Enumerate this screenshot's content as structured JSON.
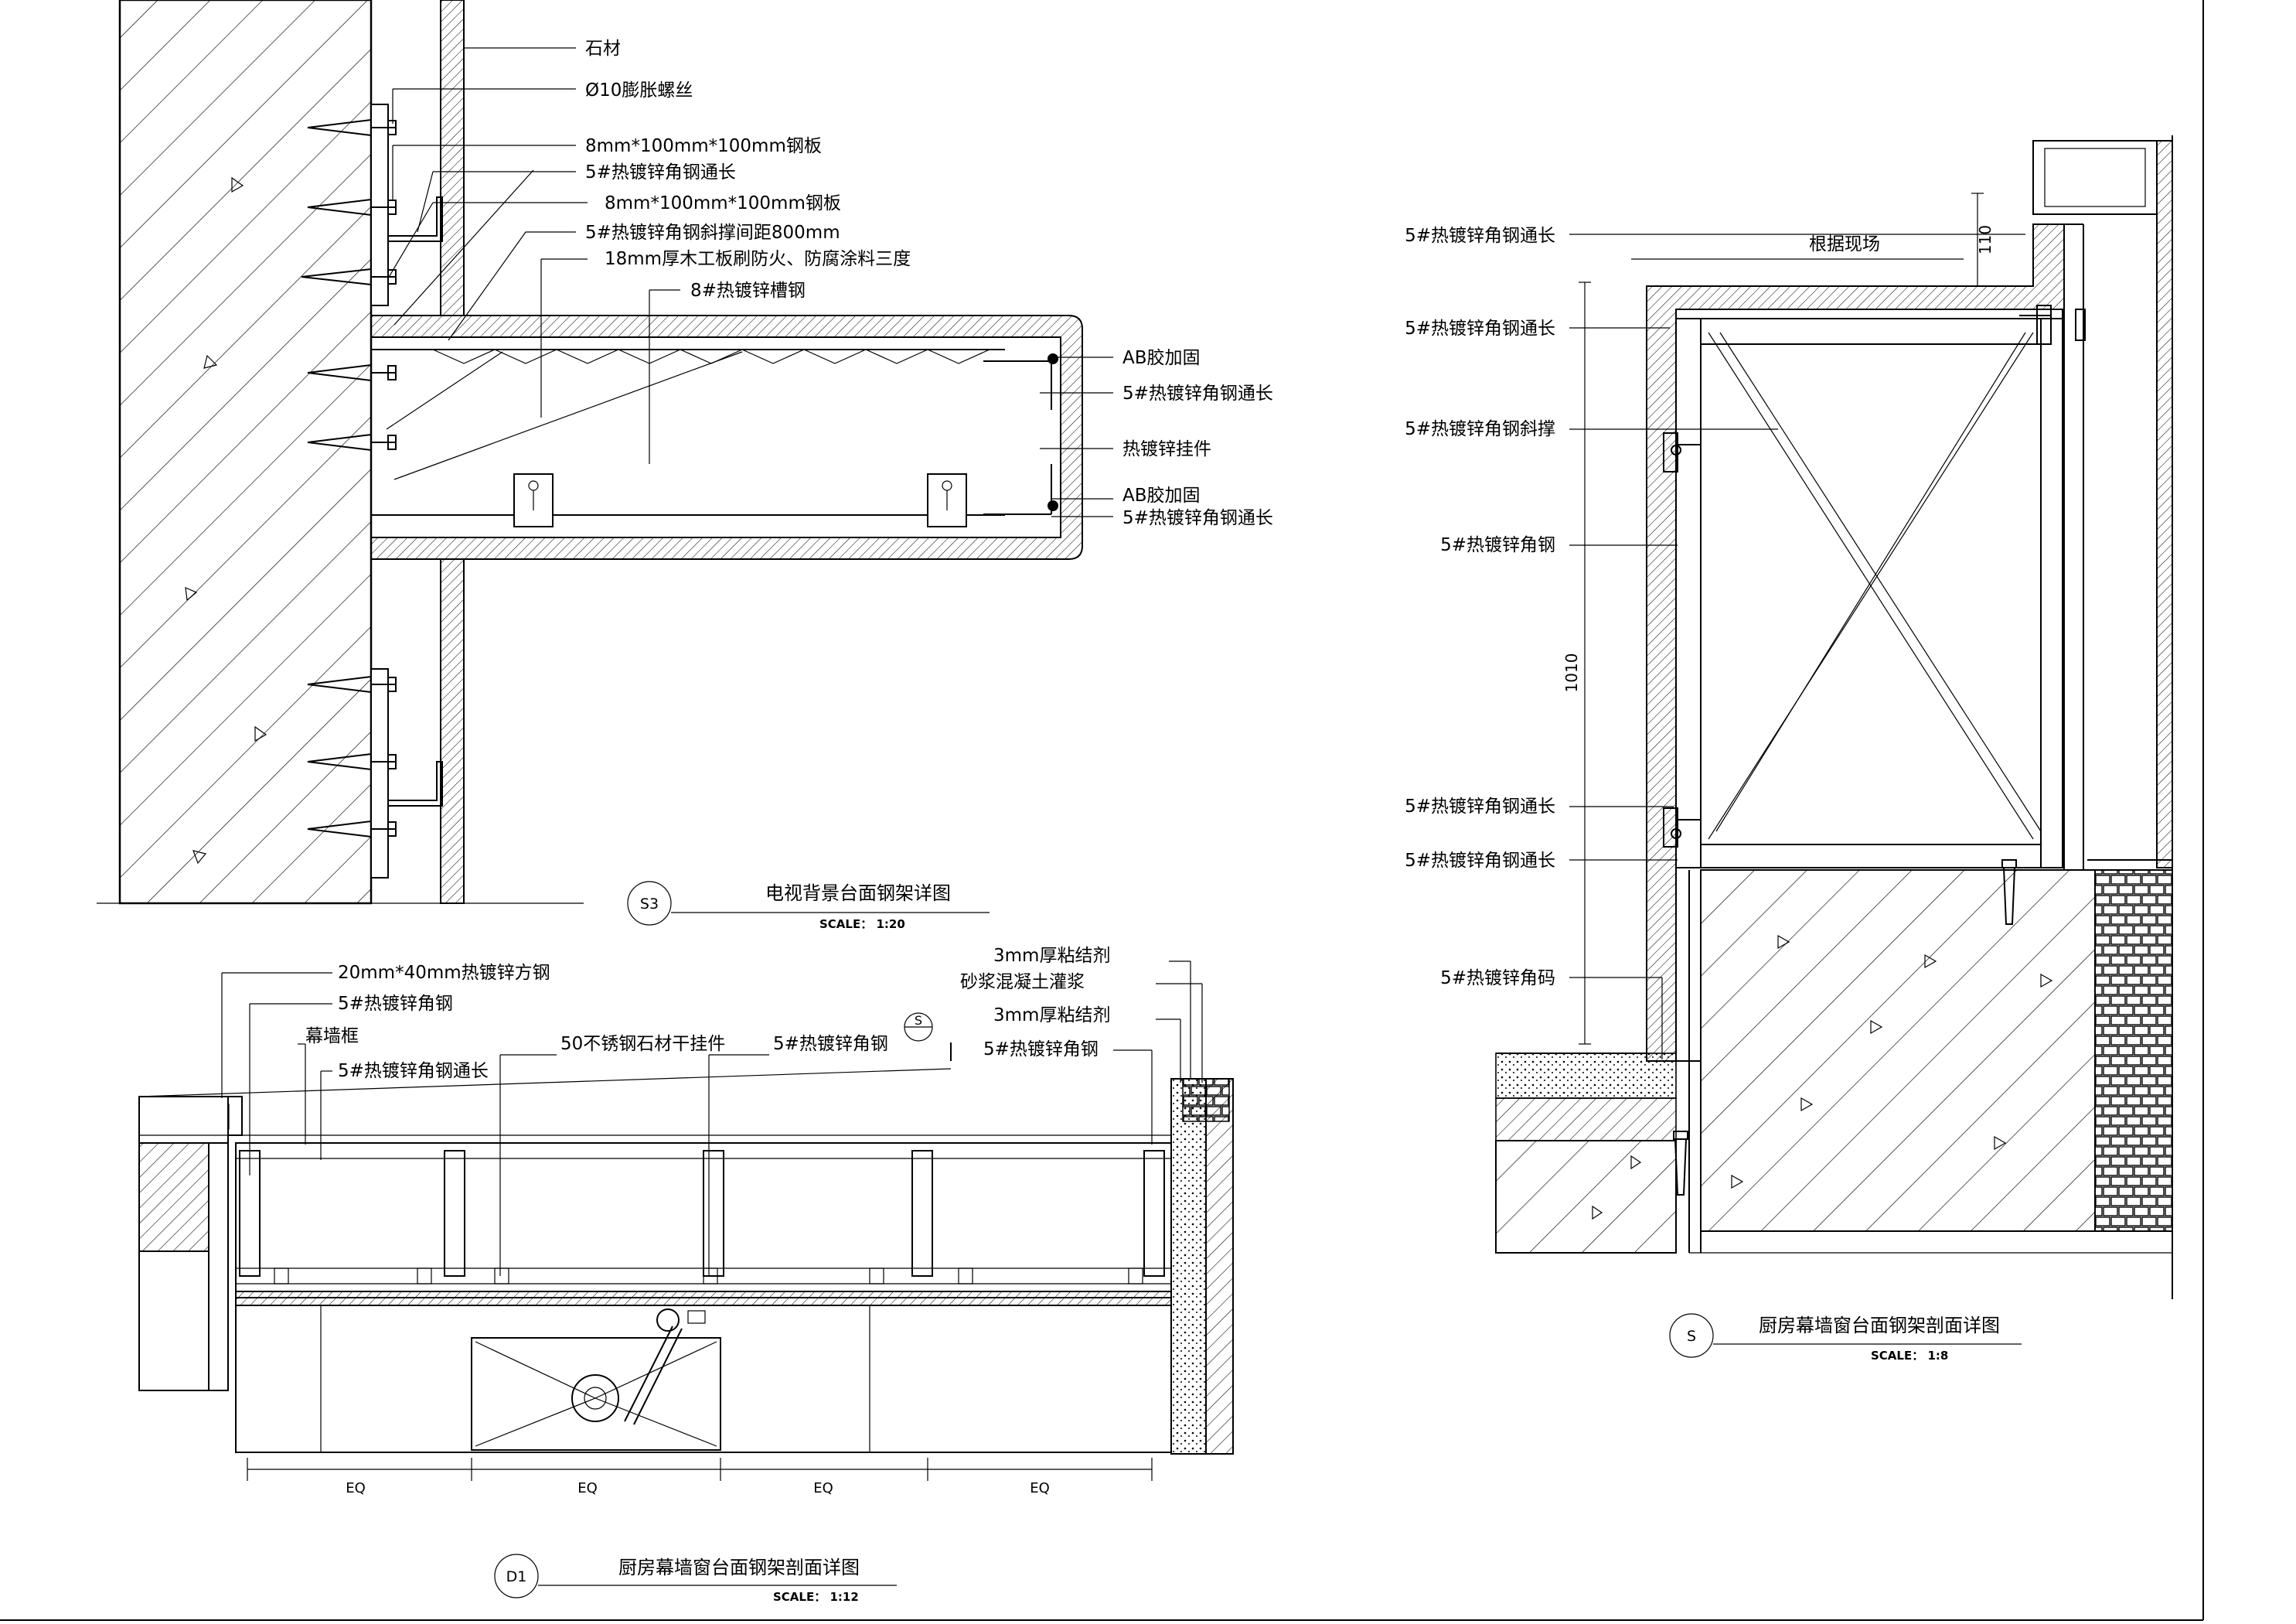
{
  "diagrams": {
    "tv": {
      "tag": "S3",
      "title": "电视背景台面钢架详图",
      "scale": "SCALE： 1:20",
      "labels": [
        "石材",
        "Ø10膨胀螺丝",
        "8mm*100mm*100mm钢板",
        "5#热镀锌角钢通长",
        "8mm*100mm*100mm钢板",
        "5#热镀锌角钢斜撑间距800mm",
        "18mm厚木工板刷防火、防腐涂料三度",
        "8#热镀锌槽钢",
        "AB胶加固",
        "5#热镀锌角钢通长",
        "热镀锌挂件",
        "AB胶加固",
        "5#热镀锌角钢通长"
      ]
    },
    "kitchen_section": {
      "tag": "D1",
      "title": "厨房幕墙窗台面钢架剖面详图",
      "scale": "SCALE： 1:12",
      "section_mark": "S",
      "labels": [
        "20mm*40mm热镀锌方钢",
        "5#热镀锌角钢",
        "幕墙框",
        "5#热镀锌角钢通长",
        "50不锈钢石材干挂件",
        "5#热镀锌角钢",
        "3mm厚粘结剂",
        "砂浆混凝土灌浆",
        "3mm厚粘结剂",
        "5#热镀锌角钢"
      ],
      "dims": [
        "EQ",
        "EQ",
        "EQ",
        "EQ"
      ]
    },
    "kitchen_detail": {
      "tag": "S",
      "title": "厨房幕墙窗台面钢架剖面详图",
      "scale": "SCALE： 1:8",
      "labels": [
        "5#热镀锌角钢通长",
        "5#热镀锌角钢通长",
        "5#热镀锌角钢斜撑",
        "5#热镀锌角钢",
        "5#热镀锌角钢通长",
        "5#热镀锌角钢通长",
        "5#热镀锌角码"
      ],
      "site_note": "根据现场",
      "dim_top": "110",
      "dim_side": "1010"
    }
  }
}
